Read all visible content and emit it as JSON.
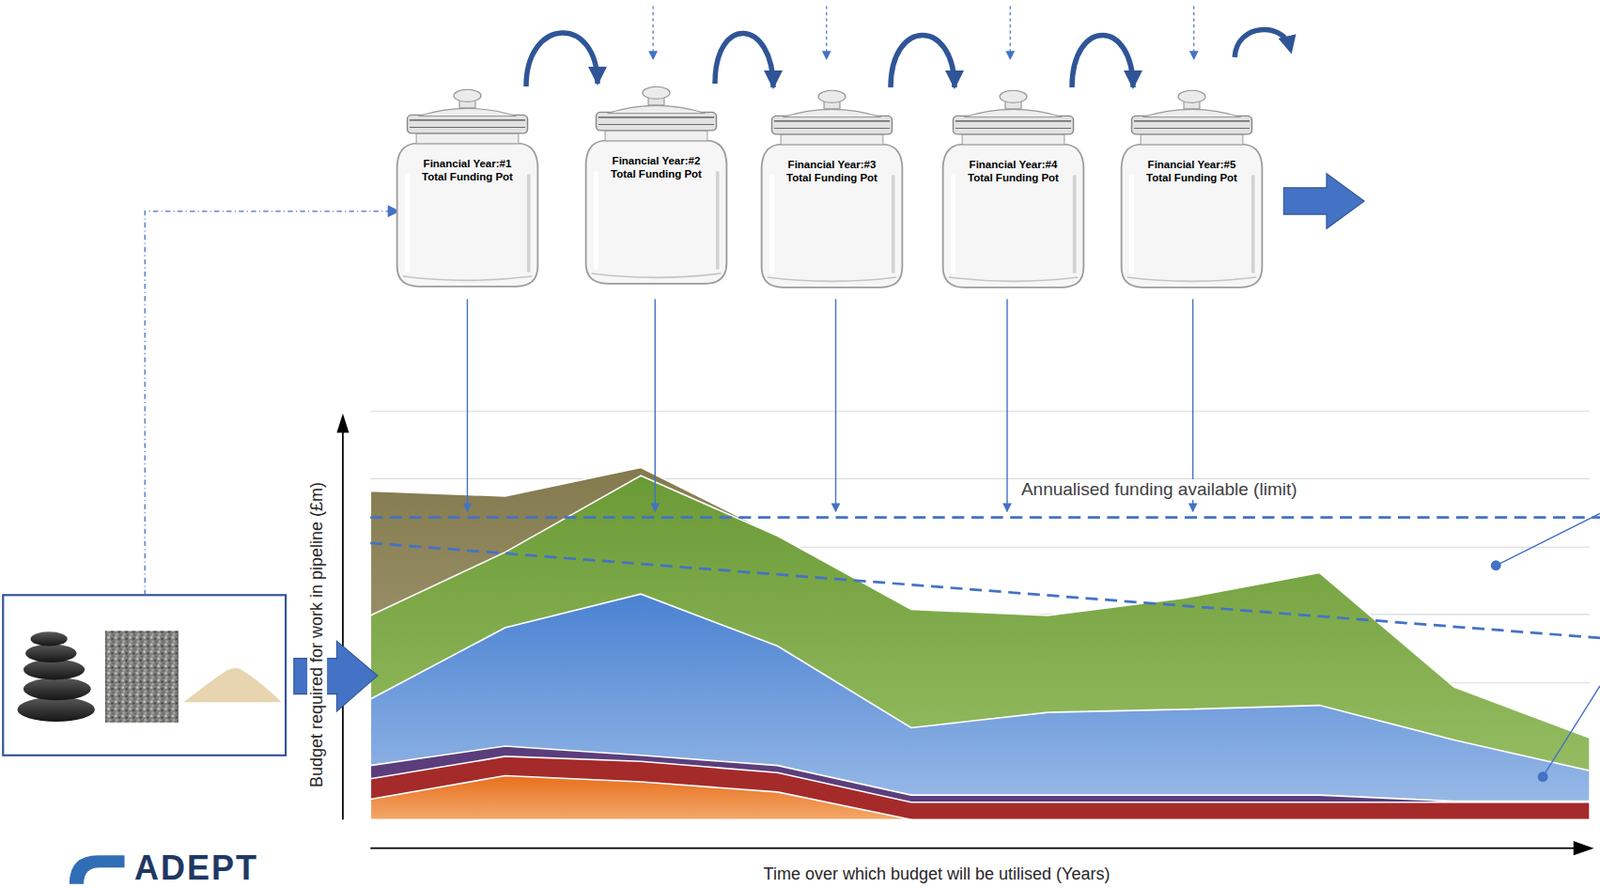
{
  "diagram": {
    "nodes": [
      {
        "text": [
          "Financial Year:#1",
          "Total Funding Pot"
        ]
      },
      {
        "text": [
          "Financial Year:#2",
          "Total Funding Pot"
        ]
      },
      {
        "text": [
          "Financial Year:#3",
          "Total Funding Pot"
        ]
      },
      {
        "text": [
          "Financial Year:#4",
          "Total Funding Pot"
        ]
      },
      {
        "text": [
          "Financial Year:#5",
          "Total Funding Pot"
        ]
      }
    ],
    "edges": [
      {
        "from": 0,
        "to": 1,
        "arrow": "to"
      },
      {
        "from": 1,
        "to": 2,
        "arrow": "to"
      },
      {
        "from": 2,
        "to": 3,
        "arrow": "to"
      },
      {
        "from": 3,
        "to": 4,
        "arrow": "to"
      }
    ],
    "labels": [
      "Annualised funding available (limit)",
      "Budget required for work in pipeline (£m)",
      "Time over which budget will be utilised (Years)",
      "ADEPT"
    ]
  }
}
